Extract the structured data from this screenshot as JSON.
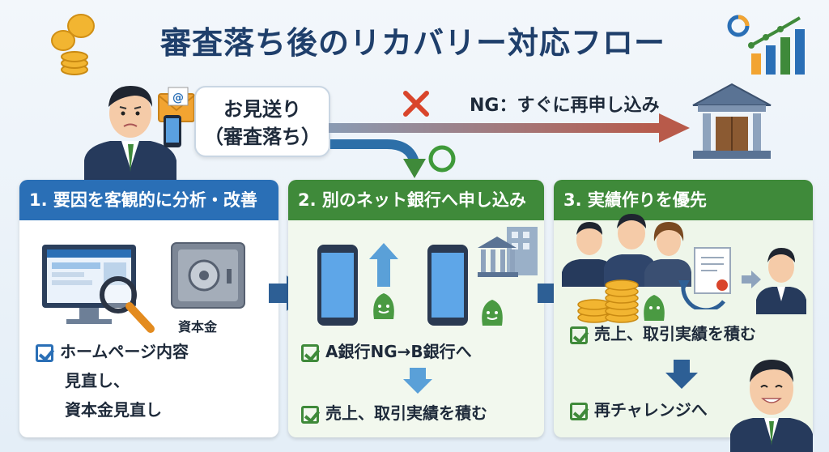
{
  "title": "審査落ち後のリカバリー対応フロー",
  "top": {
    "bubble_line1": "お見送り",
    "bubble_line2": "（審査落ち）",
    "ng_label": "NG：すぐに再申し込み"
  },
  "panels": [
    {
      "title": "1. 要因を客観的に分析・改善",
      "safe_label": "資本金",
      "items": [
        "ホームページ内容",
        "見直し、",
        "資本金見直し"
      ]
    },
    {
      "title": "2. 別のネット銀行へ申し込み",
      "items": [
        "A銀行NG→B銀行へ",
        "売上、取引実績を積む"
      ]
    },
    {
      "title": "3. 実績作りを優先",
      "items": [
        "売上、取引実績を積む",
        "再チャレンジへ"
      ]
    }
  ],
  "colors": {
    "title": "#1f3f6b",
    "panel1_header": "#2a6fb6",
    "panel_green_header": "#3f8a3a",
    "ng_cross": "#d9452b",
    "ok_circle": "#3f9a3a",
    "flow_arrow": "#2d5f95"
  }
}
